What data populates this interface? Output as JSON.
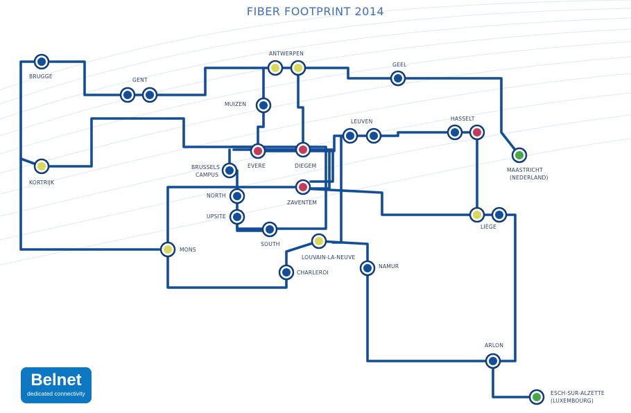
{
  "title": "FIBER FOOTPRINT 2014",
  "logo": {
    "brand": "Belnet",
    "tagline": "dedicated connectivity"
  },
  "colors": {
    "line": "#124d98",
    "node_blue": "#124d98",
    "node_yellow": "#d8d85a",
    "node_red": "#c33c5e",
    "node_green": "#4aa64a",
    "node_ring": "#0f3b78"
  },
  "nodes": [
    {
      "id": "brugge",
      "label_lines": [
        "BRUGGE"
      ],
      "type": "blue"
    },
    {
      "id": "gent1",
      "label_lines": [
        "GENT"
      ],
      "type": "blue"
    },
    {
      "id": "gent2",
      "label_lines": [],
      "type": "blue"
    },
    {
      "id": "antwerpen1",
      "label_lines": [
        "ANTWERPEN"
      ],
      "type": "yellow"
    },
    {
      "id": "antwerpen2",
      "label_lines": [],
      "type": "yellow"
    },
    {
      "id": "geel",
      "label_lines": [
        "GEEL"
      ],
      "type": "blue"
    },
    {
      "id": "muizen",
      "label_lines": [
        "MUIZEN"
      ],
      "type": "blue"
    },
    {
      "id": "leuven1",
      "label_lines": [
        "LEUVEN"
      ],
      "type": "blue"
    },
    {
      "id": "leuven2",
      "label_lines": [],
      "type": "blue"
    },
    {
      "id": "hasselt1",
      "label_lines": [
        "HASSELT"
      ],
      "type": "blue"
    },
    {
      "id": "hasselt2",
      "label_lines": [],
      "type": "red"
    },
    {
      "id": "maastricht",
      "label_lines": [
        "MAASTRICHT",
        "(NEDERLAND)"
      ],
      "type": "green"
    },
    {
      "id": "kortrijk",
      "label_lines": [
        "KORTRIJK"
      ],
      "type": "yellow"
    },
    {
      "id": "evere",
      "label_lines": [
        "EVERE"
      ],
      "type": "red"
    },
    {
      "id": "diegem",
      "label_lines": [
        "DIEGEM"
      ],
      "type": "red"
    },
    {
      "id": "brussels_campus",
      "label_lines": [
        "BRUSSELS",
        "CAMPUS"
      ],
      "type": "blue"
    },
    {
      "id": "north",
      "label_lines": [
        "NORTH"
      ],
      "type": "blue"
    },
    {
      "id": "zaventem",
      "label_lines": [
        "ZAVENTEM"
      ],
      "type": "red"
    },
    {
      "id": "upsite",
      "label_lines": [
        "UPSITE"
      ],
      "type": "blue"
    },
    {
      "id": "south",
      "label_lines": [
        "SOUTH"
      ],
      "type": "blue"
    },
    {
      "id": "liege1",
      "label_lines": [
        "LIÈGE"
      ],
      "type": "yellow"
    },
    {
      "id": "liege2",
      "label_lines": [],
      "type": "blue"
    },
    {
      "id": "mons",
      "label_lines": [
        "MONS"
      ],
      "type": "yellow"
    },
    {
      "id": "lln",
      "label_lines": [
        "LOUVAIN-LA-NEUVE"
      ],
      "type": "yellow"
    },
    {
      "id": "charleroi",
      "label_lines": [
        "CHARLEROI"
      ],
      "type": "blue"
    },
    {
      "id": "namur",
      "label_lines": [
        "NAMUR"
      ],
      "type": "blue"
    },
    {
      "id": "arlon",
      "label_lines": [
        "ARLON"
      ],
      "type": "blue"
    },
    {
      "id": "esch",
      "label_lines": [
        "ESCH-SUR-ALZETTE",
        "(LUXEMBOURG)"
      ],
      "type": "green"
    }
  ]
}
